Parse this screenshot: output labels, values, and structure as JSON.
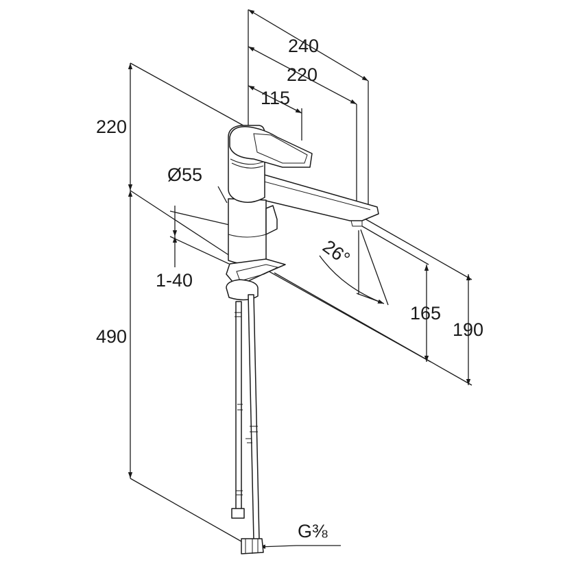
{
  "dimensions": {
    "total_reach": "240",
    "spout_reach": "220",
    "lever_reach": "115",
    "height_above_deck": "220",
    "body_diameter": "Ø55",
    "deck_thickness": "1-40",
    "hose_length": "490",
    "spout_angle": "26°",
    "outlet_height": "165",
    "top_height": "190",
    "connection": "G⅜"
  },
  "colors": {
    "line": "#1a1a1a",
    "background": "#ffffff"
  }
}
